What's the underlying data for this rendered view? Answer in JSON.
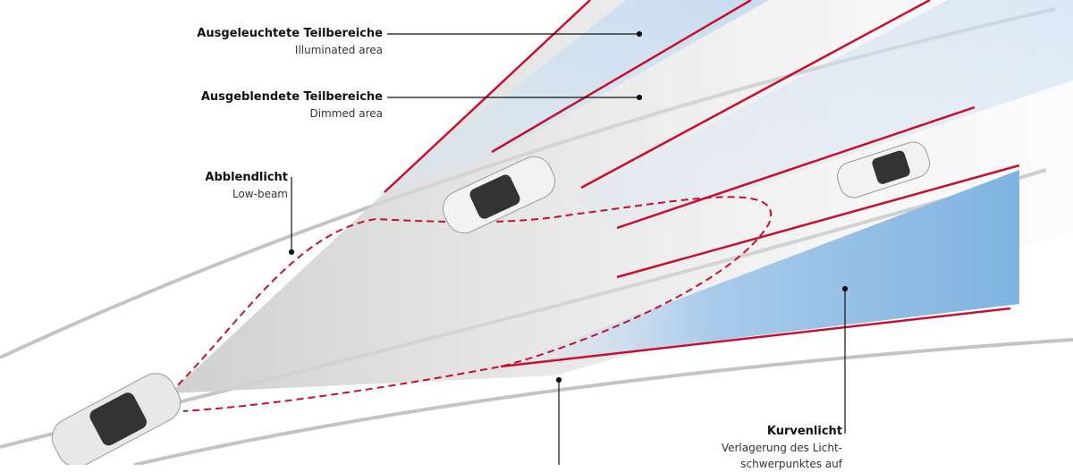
{
  "labels": {
    "illuminated": {
      "de": "Ausgeleuchtete Teilbereiche",
      "en": "Illuminated area"
    },
    "dimmed": {
      "de": "Ausgeblendete Teilbereiche",
      "en": "Dimmed area"
    },
    "lowbeam": {
      "de": "Abblendlicht",
      "en": "Low-beam"
    },
    "cornering": {
      "de": "Kurvenlicht",
      "line1": "Verlagerung des Licht-",
      "line2": "schwerpunktes auf"
    }
  },
  "colors": {
    "red": "#c8102e",
    "blue": "#7fb3e0",
    "road": "#c8c8c8",
    "beam": "#d9d9d9"
  }
}
